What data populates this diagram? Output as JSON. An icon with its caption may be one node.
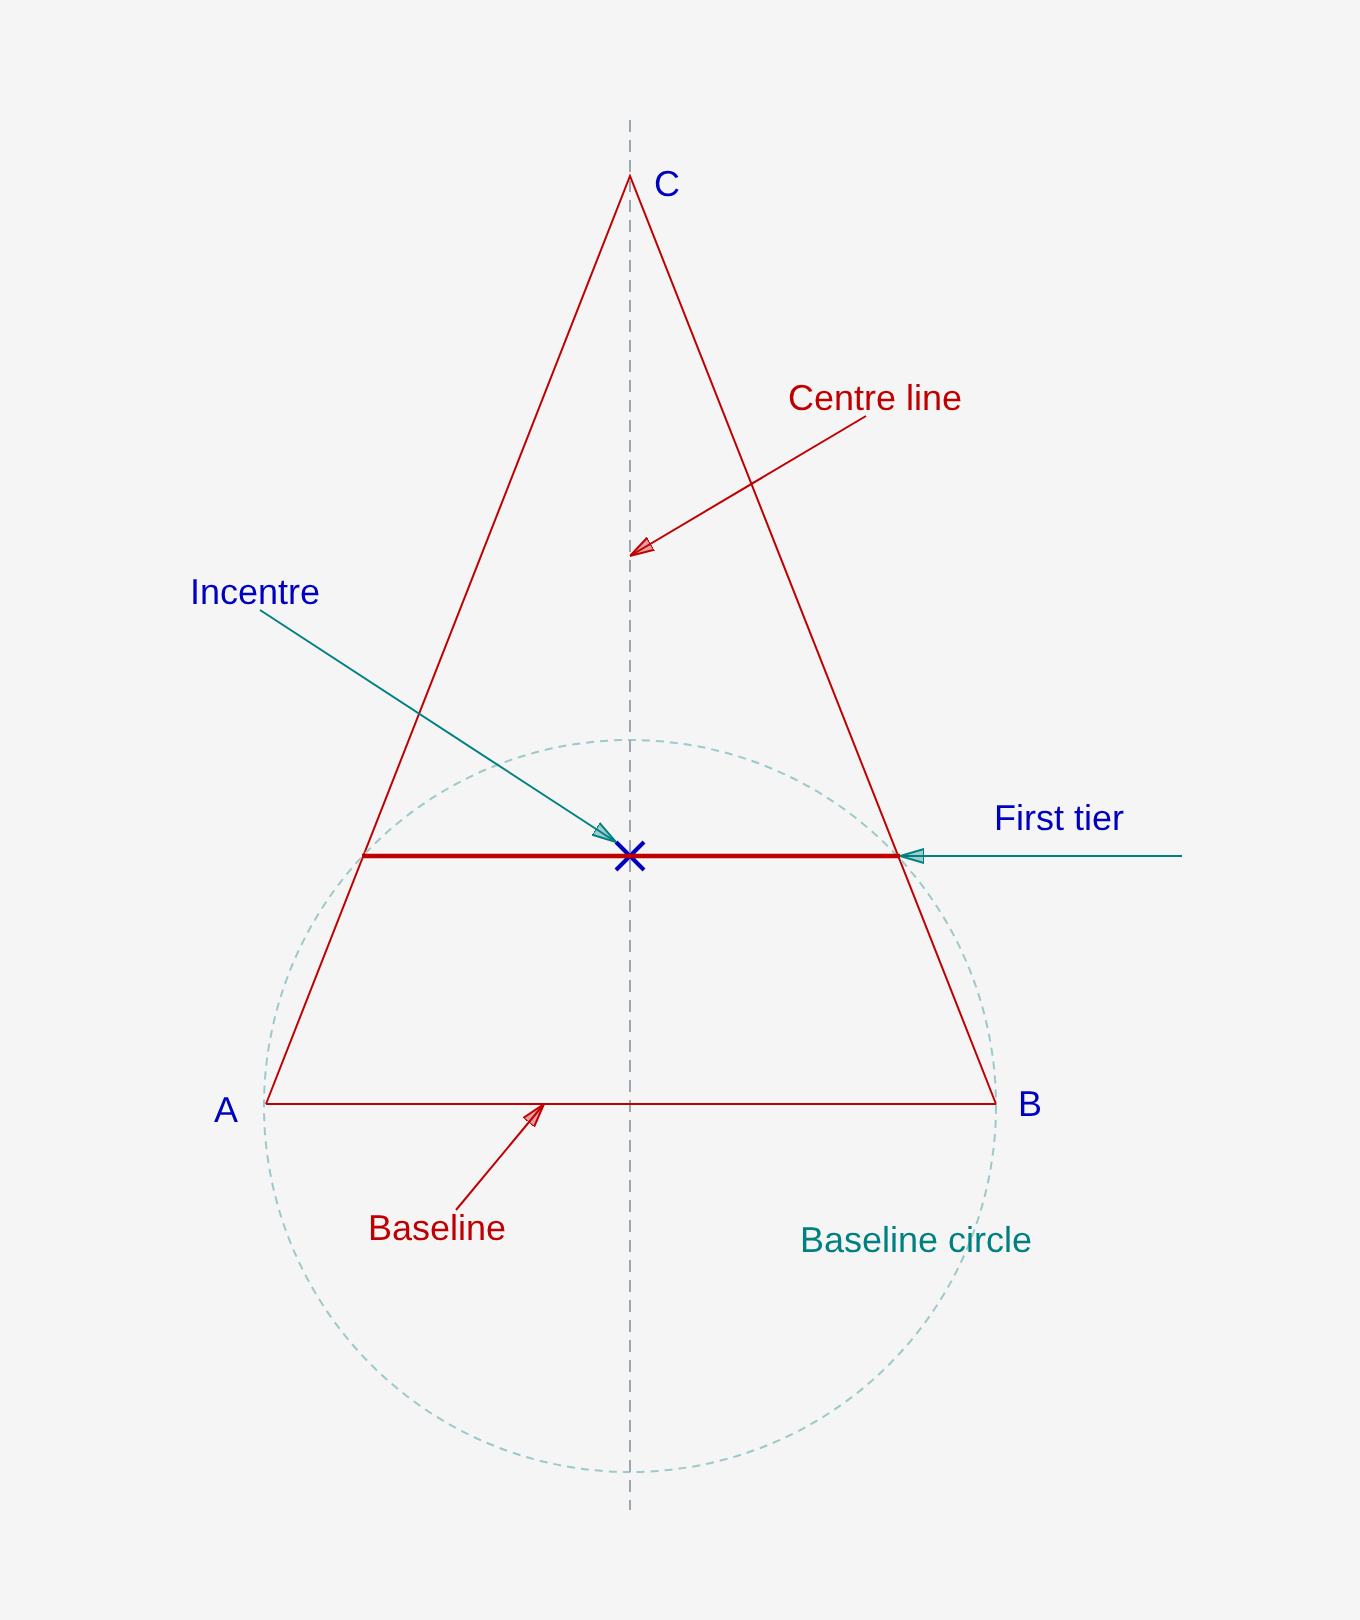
{
  "diagram": {
    "nodes": [
      {
        "text": [
          "Centre line"
        ]
      },
      {
        "text": [],
        "shape": "line"
      },
      {
        "text": [
          "Incentre"
        ]
      },
      {
        "text": [],
        "shape": "cross"
      },
      {
        "text": [
          "First tier"
        ]
      },
      {
        "text": [],
        "shape": "line"
      },
      {
        "text": [
          "Baseline"
        ]
      },
      {
        "text": [],
        "shape": "line"
      }
    ],
    "edges": [
      {
        "from": 0,
        "to": 1,
        "arrow": "to",
        "color": "#c00000"
      },
      {
        "from": 2,
        "to": 3,
        "arrow": "to",
        "color": "#008080"
      },
      {
        "from": 4,
        "to": 5,
        "arrow": "to",
        "color": "#008080"
      },
      {
        "from": 6,
        "to": 7,
        "arrow": "to",
        "color": "#c00000"
      }
    ],
    "labels": [
      "C",
      "A",
      "B",
      "Baseline circle"
    ]
  }
}
